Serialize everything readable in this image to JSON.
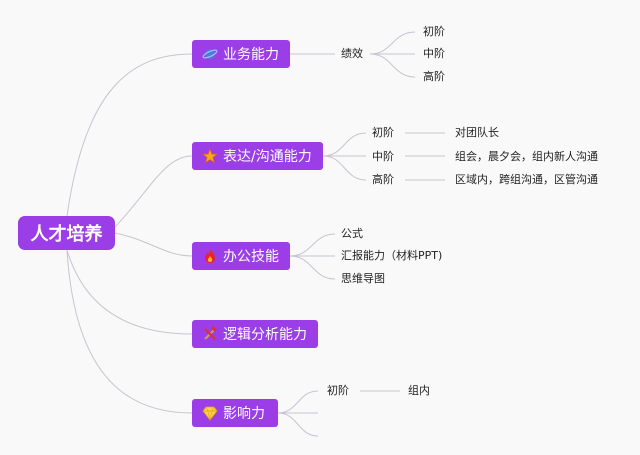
{
  "root": {
    "label": "人才培养"
  },
  "branches": [
    {
      "label": "业务能力",
      "icon": "blue-planet-icon",
      "children": [
        {
          "label": "绩效",
          "children": [
            {
              "label": "初阶"
            },
            {
              "label": "中阶"
            },
            {
              "label": "高阶"
            }
          ]
        }
      ]
    },
    {
      "label": "表达/沟通能力",
      "icon": "orange-star-icon",
      "children": [
        {
          "label": "初阶",
          "children": [
            {
              "label": "对团队长"
            }
          ]
        },
        {
          "label": "中阶",
          "children": [
            {
              "label": "组会，晨夕会，组内新人沟通"
            }
          ]
        },
        {
          "label": "高阶",
          "children": [
            {
              "label": "区域内，跨组沟通，区管沟通"
            }
          ]
        }
      ]
    },
    {
      "label": "办公技能",
      "icon": "fire-icon",
      "children": [
        {
          "label": "公式"
        },
        {
          "label": "汇报能力（材料PPT)"
        },
        {
          "label": "思维导图"
        }
      ]
    },
    {
      "label": "逻辑分析能力",
      "icon": "tools-icon",
      "children": []
    },
    {
      "label": "影响力",
      "icon": "diamond-icon",
      "children": [
        {
          "label": "初阶",
          "children": [
            {
              "label": "组内"
            }
          ]
        },
        {
          "label": ""
        },
        {
          "label": ""
        }
      ]
    }
  ],
  "colors": {
    "node": "#9b3ee8",
    "line": "#c9c3d1",
    "text": "#222222",
    "background": "#f9f9f9"
  }
}
